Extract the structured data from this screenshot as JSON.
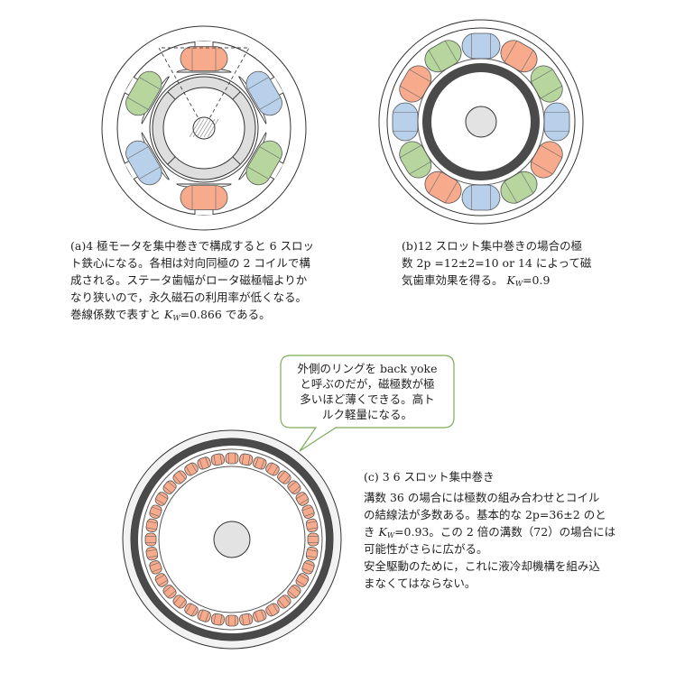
{
  "colors": {
    "orange": "#f8ab8c",
    "blue": "#b9d0ea",
    "green": "#b7d69e",
    "callout_border": "#7eaa5c",
    "rotor_gray": "#dedede",
    "dark_ring": "#4a4a4a",
    "shaft": "#e3e3e3"
  },
  "motor_a": {
    "coil_colors": [
      "orange",
      "blue",
      "green",
      "orange",
      "blue",
      "green"
    ]
  },
  "motor_b": {
    "coil_colors": [
      "blue",
      "orange",
      "green",
      "blue",
      "orange",
      "green",
      "blue",
      "orange",
      "green",
      "blue",
      "orange",
      "green"
    ]
  },
  "motor_c": {
    "slot_count": 36,
    "coil_color": "orange"
  },
  "caption_a": {
    "lines": [
      "(a)4 極モータを集中巻きで構成すると 6 スロッ",
      "ト鉄心になる。各相は対向同極の 2 コイルで構",
      "成される。ステータ歯幅がロータ磁極幅よりか",
      "なり狭いので，永久磁石の利用率が低くなる。"
    ],
    "last_pre": "巻線係数で表すと ",
    "k": "K",
    "sub": "W",
    "last_post": "=0.866 である。"
  },
  "caption_b": {
    "lines": [
      "(b)12 スロット集中巻きの場合の極",
      "数 2p =12±2=10 or 14 によって磁"
    ],
    "last_pre": "気歯車効果を得る。 ",
    "k": "K",
    "sub": "W",
    "last_post": "=0.9"
  },
  "caption_c": {
    "title": "(c) 3 6 スロット集中巻き",
    "lines1": [
      "溝数  36  の場合には極数の組み合わせとコイル",
      "の結線法が多数ある。基本的な 2p=36±2 のと"
    ],
    "line3_pre": "き ",
    "k": "K",
    "sub": "W",
    "line3_post": "=0.93。この 2 倍の溝数（72）の場合には",
    "lines2": [
      "可能性がさらに広がる。",
      "安全駆動のために，これに液冷却機構を組み込",
      "まなくてはならない。"
    ]
  },
  "callout": {
    "lines": [
      "外側のリングを back yoke",
      "と呼ぶのだが，磁極数が極",
      "多いほど薄くできる。高ト",
      "ルク軽量になる。"
    ]
  }
}
